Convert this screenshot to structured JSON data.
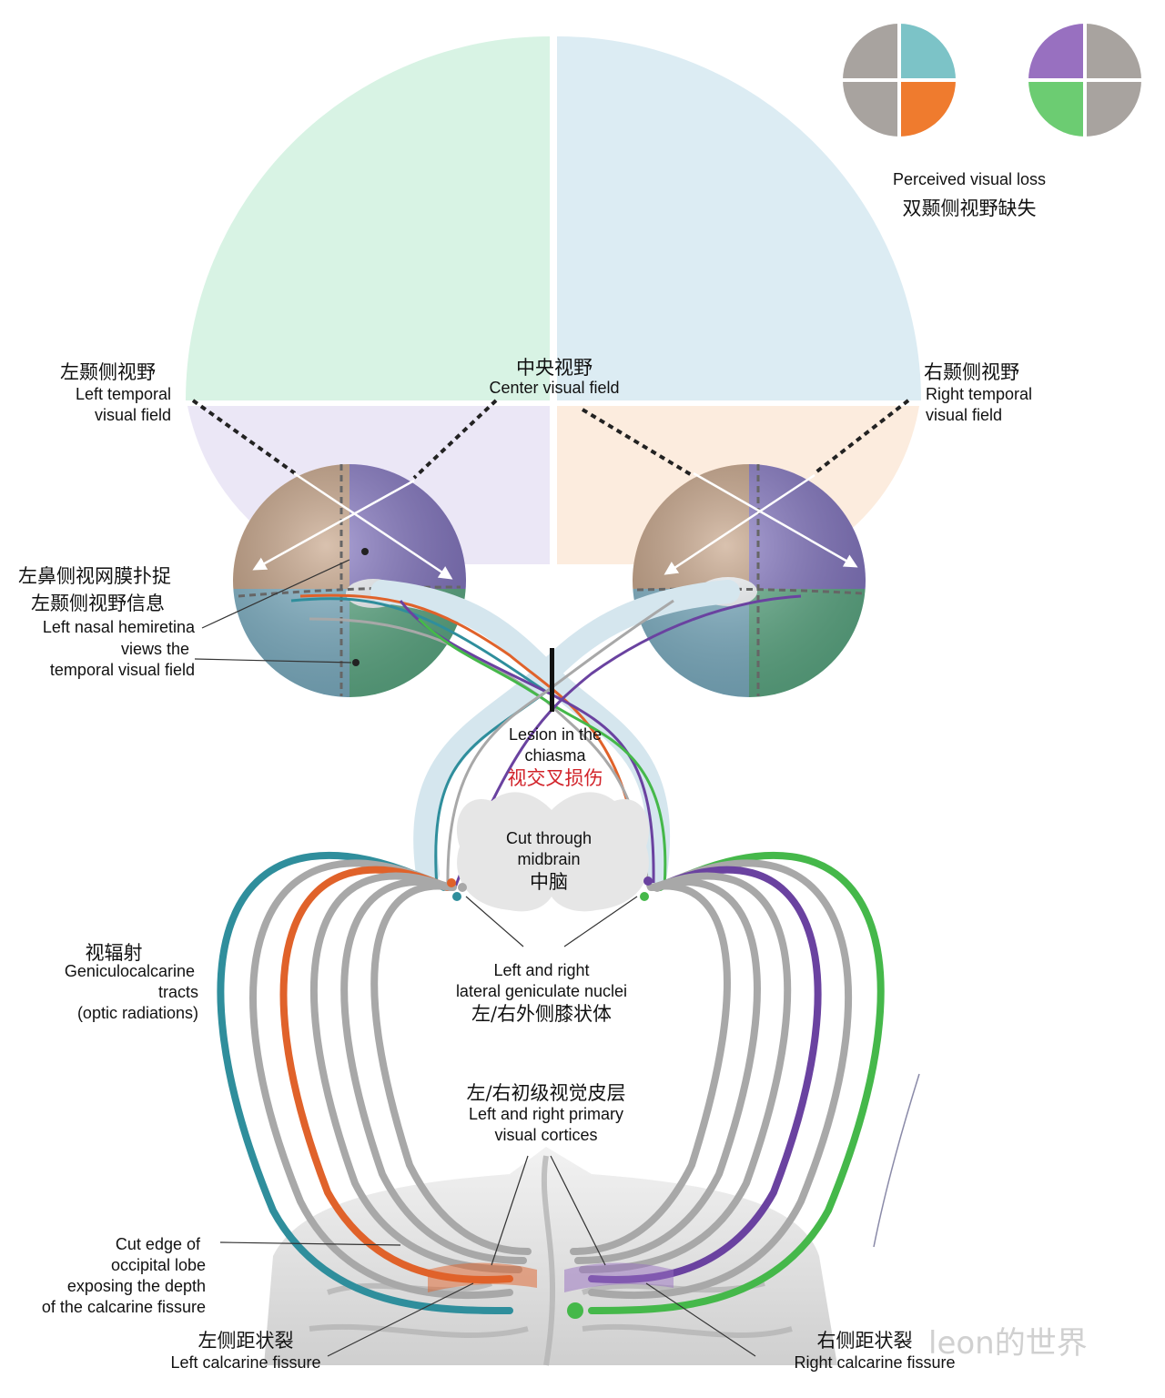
{
  "labels": {
    "perceived_en": "Perceived visual loss",
    "perceived_zh": "双颞侧视野缺失",
    "left_temporal_zh": "左颞侧视野",
    "left_temporal_en1": "Left temporal",
    "left_temporal_en2": "visual field",
    "center_zh": "中央视野",
    "center_en": "Center visual field",
    "right_temporal_zh": "右颞侧视野",
    "right_temporal_en1": "Right temporal",
    "right_temporal_en2": "visual field",
    "nasal_zh1": "左鼻侧视网膜扑捉",
    "nasal_zh2": "左颞侧视野信息",
    "nasal_en1": "Left nasal hemiretina",
    "nasal_en2": "views the",
    "nasal_en3": "temporal visual field",
    "lesion_en1": "Lesion in the",
    "lesion_en2": "chiasma",
    "lesion_zh": "视交叉损伤",
    "midbrain_en1": "Cut through",
    "midbrain_en2": "midbrain",
    "midbrain_zh": "中脑",
    "radiation_zh": "视辐射",
    "radiation_en1": "Geniculocalcarine",
    "radiation_en2": "tracts",
    "radiation_en3": "(optic radiations)",
    "lgn_en1": "Left and right",
    "lgn_en2": "lateral geniculate nuclei",
    "lgn_zh": "左/右外侧膝状体",
    "cortex_zh": "左/右初级视觉皮层",
    "cortex_en1": "Left and right primary",
    "cortex_en2": "visual cortices",
    "occipital_en1": "Cut edge of",
    "occipital_en2": "occipital lobe",
    "occipital_en3": "exposing the depth",
    "occipital_en4": "of the calcarine fissure",
    "left_calc_zh": "左侧距状裂",
    "left_calc_en": "Left calcarine fissure",
    "right_calc_zh": "右侧距状裂",
    "right_calc_en": "Right calcarine fissure",
    "watermark": "leon的世界"
  },
  "colors": {
    "left_field": "#d8f3e4",
    "right_field": "#dcecf3",
    "lower_left": "#e8e3f5",
    "lower_right": "#fbe9d8",
    "tan": "#c5a184",
    "purple": "#8577c4",
    "blue": "#7fb3c8",
    "green": "#5fae88",
    "teal_fiber": "#2f8e9c",
    "orange_fiber": "#e0622a",
    "gray_fiber": "#a8a8a8",
    "purple_fiber": "#6a42a0",
    "green_fiber": "#45b84a",
    "icon_gray": "#a8a39f",
    "icon_teal": "#7cc3c7",
    "icon_orange": "#ef7b2e",
    "icon_purple": "#9870c0",
    "icon_green": "#6ccc72"
  }
}
